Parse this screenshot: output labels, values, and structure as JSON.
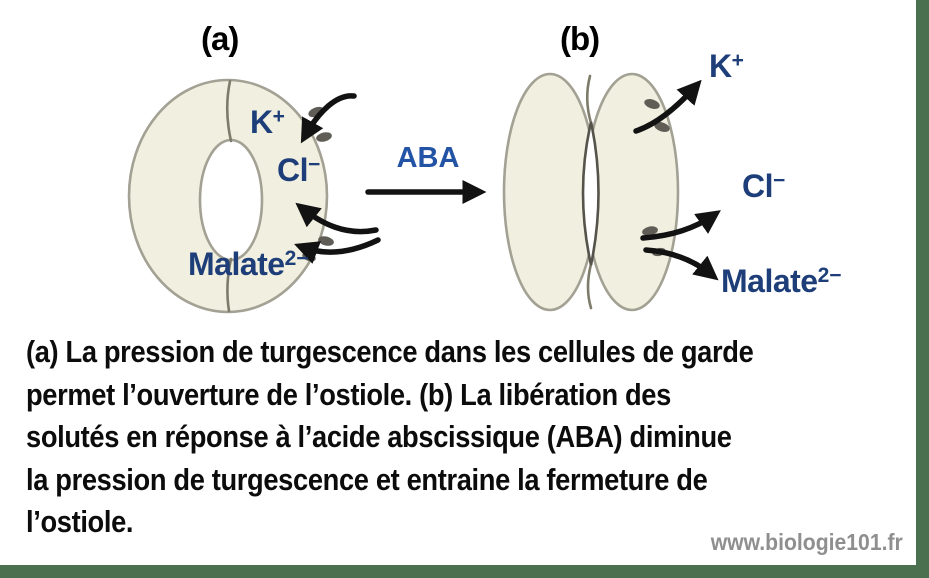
{
  "colors": {
    "border_green": "#4a7050",
    "ion_text": "#1d3e78",
    "aba_text": "#2353a5",
    "caption_text": "#0c0c0c",
    "watermark_text": "#8f8f8f",
    "cell_fill": "#f1efe0",
    "cell_outline": "#a3a193",
    "arrow_black": "#121212"
  },
  "figure": {
    "panel_a": {
      "label": "(a)",
      "ion_k_base": "K",
      "ion_k_sup": "+",
      "ion_cl_base": "Cl",
      "ion_cl_sup": "−",
      "ion_malate_base": "Malate",
      "ion_malate_sup": "2−"
    },
    "panel_b": {
      "label": "(b)",
      "ion_k_base": "K",
      "ion_k_sup": "+",
      "ion_cl_base": "Cl",
      "ion_cl_sup": "−",
      "ion_malate_base": "Malate",
      "ion_malate_sup": "2−"
    },
    "aba_label": "ABA"
  },
  "caption": {
    "lines": [
      "(a) La pression de turgescence dans les cellules de garde",
      "permet l’ouverture de l’ostiole. (b) La libération des",
      "solutés en réponse à l’acide abscissique (ABA) diminue",
      "la pression de turgescence et entraine la fermeture de",
      "l’ostiole."
    ]
  },
  "watermark": "www.biologie101.fr"
}
